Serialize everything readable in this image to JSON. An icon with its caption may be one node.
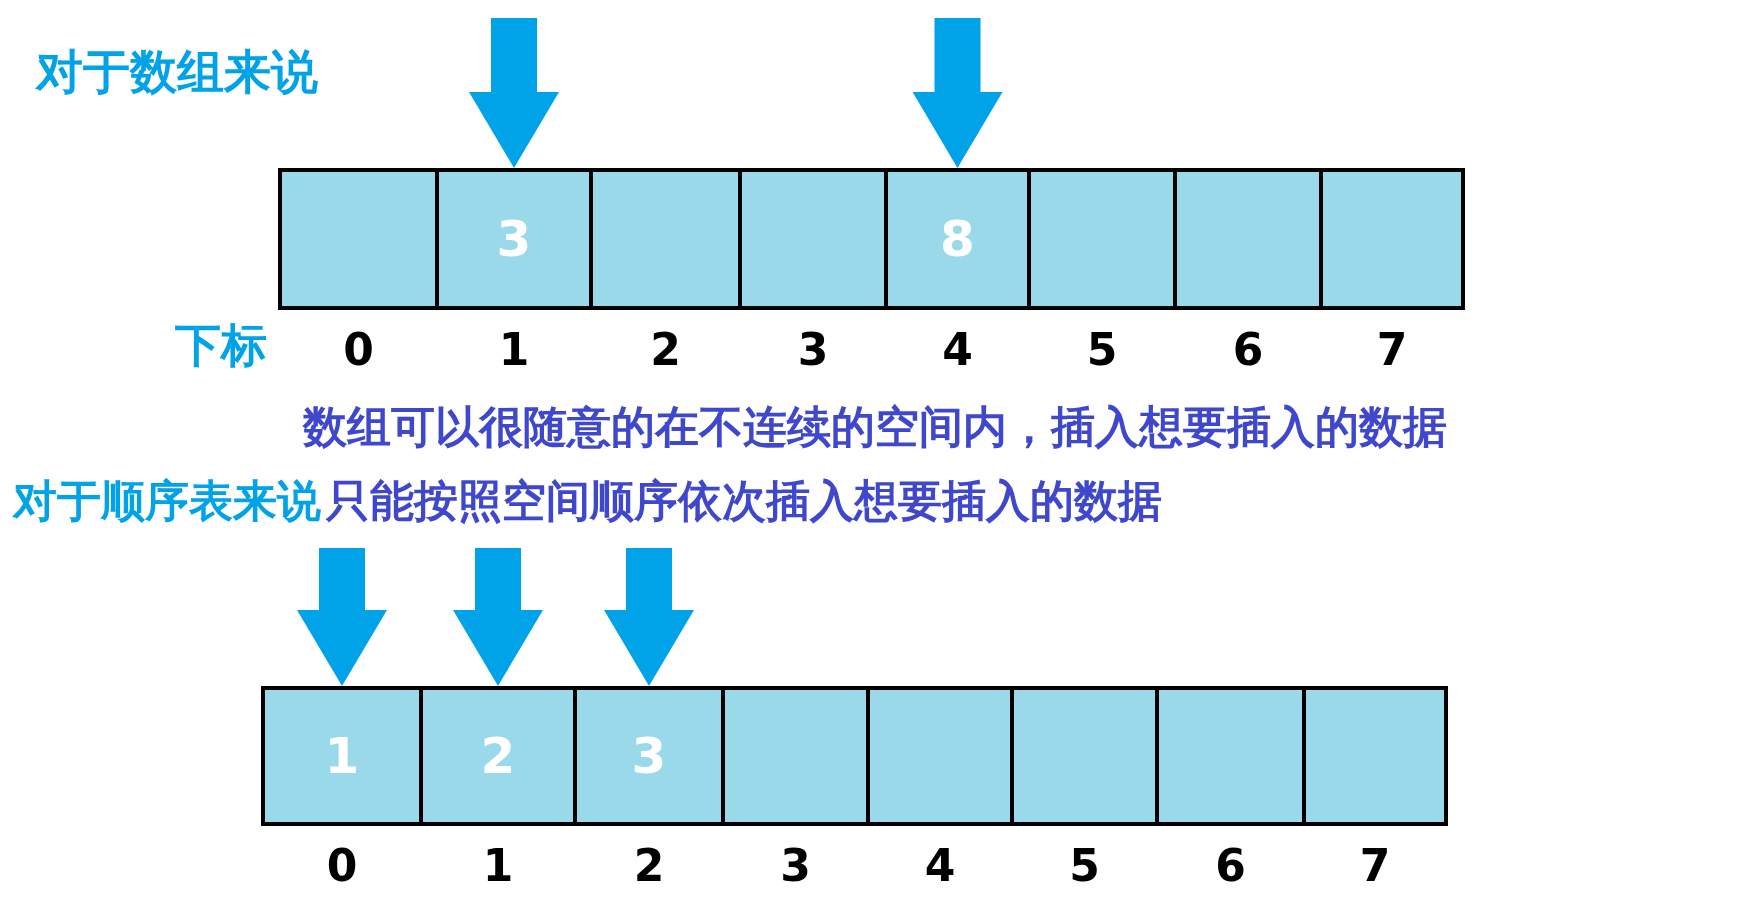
{
  "diagram": {
    "nodes": [
      {
        "text": [],
        "shape": "box",
        "beside": [
          "0"
        ]
      },
      {
        "text": [
          "3"
        ],
        "beside": [
          "1"
        ]
      },
      {
        "text": [],
        "shape": "box",
        "beside": [
          "2"
        ]
      },
      {
        "text": [],
        "shape": "box",
        "beside": [
          "3"
        ]
      },
      {
        "text": [
          "8"
        ],
        "beside": [
          "4"
        ]
      },
      {
        "text": [],
        "shape": "box",
        "beside": [
          "5"
        ]
      },
      {
        "text": [],
        "shape": "box",
        "beside": [
          "6"
        ]
      },
      {
        "text": [],
        "shape": "box",
        "beside": [
          "7"
        ]
      },
      {
        "text": [
          "1"
        ],
        "beside": [
          "0"
        ]
      },
      {
        "text": [
          "2"
        ],
        "beside": [
          "1"
        ]
      },
      {
        "text": [
          "3"
        ],
        "beside": [
          "2"
        ]
      },
      {
        "text": [],
        "shape": "box",
        "beside": [
          "3"
        ]
      },
      {
        "text": [],
        "shape": "box",
        "beside": [
          "4"
        ]
      },
      {
        "text": [],
        "shape": "box",
        "beside": [
          "5"
        ]
      },
      {
        "text": [],
        "shape": "box",
        "beside": [
          "6"
        ]
      },
      {
        "text": [],
        "shape": "box",
        "beside": [
          "7"
        ]
      }
    ],
    "edges": [
      {
        "from": null,
        "to": 1,
        "arrow": "to"
      },
      {
        "from": null,
        "to": 4,
        "arrow": "to"
      },
      {
        "from": null,
        "to": 8,
        "arrow": "to"
      },
      {
        "from": null,
        "to": 9,
        "arrow": "to"
      },
      {
        "from": null,
        "to": 10,
        "arrow": "to"
      }
    ],
    "labels": [
      "对于数组来说",
      "下标",
      "数组可以很随意的在不连续的空间内，插入想要插入的数据",
      "对于顺序表来说",
      "只能按照空间顺序依次插入想要插入的数据"
    ]
  }
}
